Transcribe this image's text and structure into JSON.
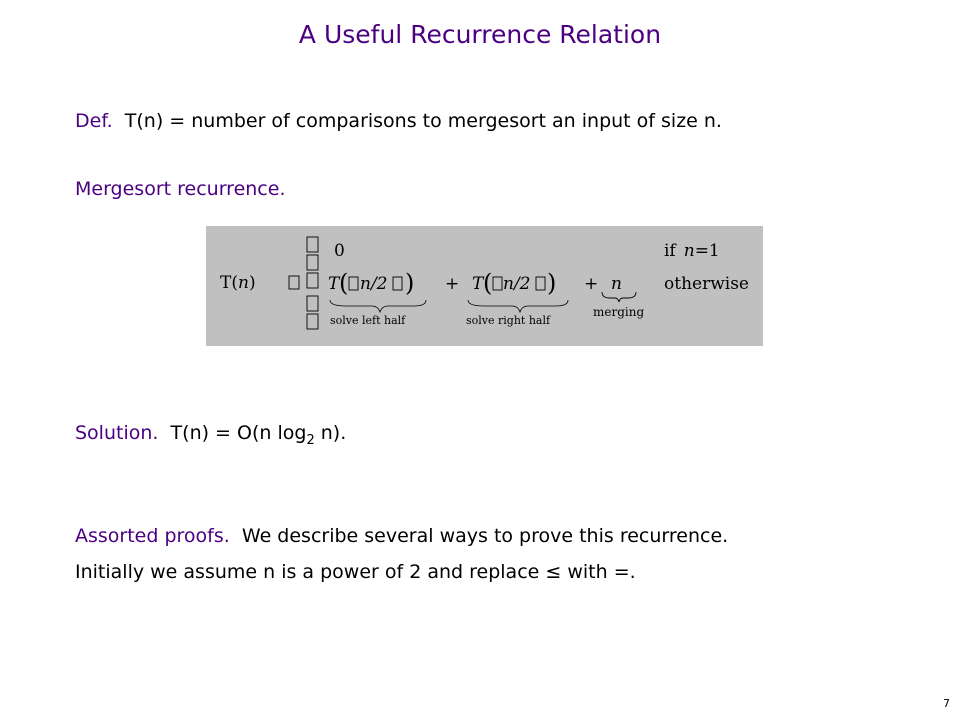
{
  "slide": {
    "title": "A Useful Recurrence Relation",
    "definition": {
      "label": "Def.",
      "text": "T(n)  = number of comparisons to mergesort an input of size n."
    },
    "mergesort": {
      "label": "Mergesort recurrence."
    },
    "equation": {
      "lhs_t": "T(",
      "lhs_n": "n",
      "lhs_close": ")",
      "zero": "0",
      "t1": "T",
      "t2": "T",
      "n_half": "n/2",
      "paren_open": "(",
      "paren_close": ")",
      "plus": "+",
      "n_term": "n",
      "solve_left": "solve left half",
      "solve_right": "solve right half",
      "merging": "merging",
      "if_text": "if",
      "cond_n": "n",
      "cond_eq": "=1",
      "otherwise": "otherwise"
    },
    "solution": {
      "label": "Solution.",
      "text_before": "T(n) = O(n log",
      "subscript": "2",
      "text_after": " n)."
    },
    "assorted": {
      "label": "Assorted proofs.",
      "text": "We describe several ways to prove this recurrence.",
      "line2": "Initially we assume n is a power of 2 and replace ≤ with =."
    },
    "page_number": "7"
  }
}
